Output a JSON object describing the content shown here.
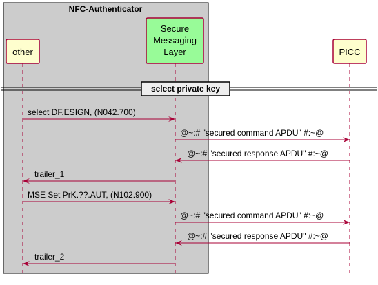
{
  "group": {
    "title": "NFC-Authenticator"
  },
  "participants": [
    {
      "id": "other",
      "lines": [
        "other"
      ],
      "fill": "#FEFECE"
    },
    {
      "id": "sml",
      "lines": [
        "Secure",
        "Messaging",
        "Layer"
      ],
      "fill": "#98FB98"
    },
    {
      "id": "picc",
      "lines": [
        "PICC"
      ],
      "fill": "#FEFECE"
    }
  ],
  "divider": {
    "label": "select private key"
  },
  "messages": [
    {
      "from": "other",
      "to": "sml",
      "label": "select DF.ESIGN, (N042.700)"
    },
    {
      "from": "sml",
      "to": "picc",
      "label": "@~:# \"secured command APDU\" #:~@"
    },
    {
      "from": "picc",
      "to": "sml",
      "label": "@~:# \"secured response APDU\" #:~@"
    },
    {
      "from": "sml",
      "to": "other",
      "label": "trailer_1"
    },
    {
      "from": "other",
      "to": "sml",
      "label": "MSE Set PrK.??.AUT, (N102.900)"
    },
    {
      "from": "sml",
      "to": "picc",
      "label": "@~:# \"secured command APDU\" #:~@"
    },
    {
      "from": "picc",
      "to": "sml",
      "label": "@~:# \"secured response APDU\" #:~@"
    },
    {
      "from": "sml",
      "to": "other",
      "label": "trailer_2"
    }
  ],
  "colors": {
    "group_fill": "#CCCCCC",
    "border": "#A80036",
    "arrow": "#A80036",
    "lifeline": "#A80036"
  }
}
